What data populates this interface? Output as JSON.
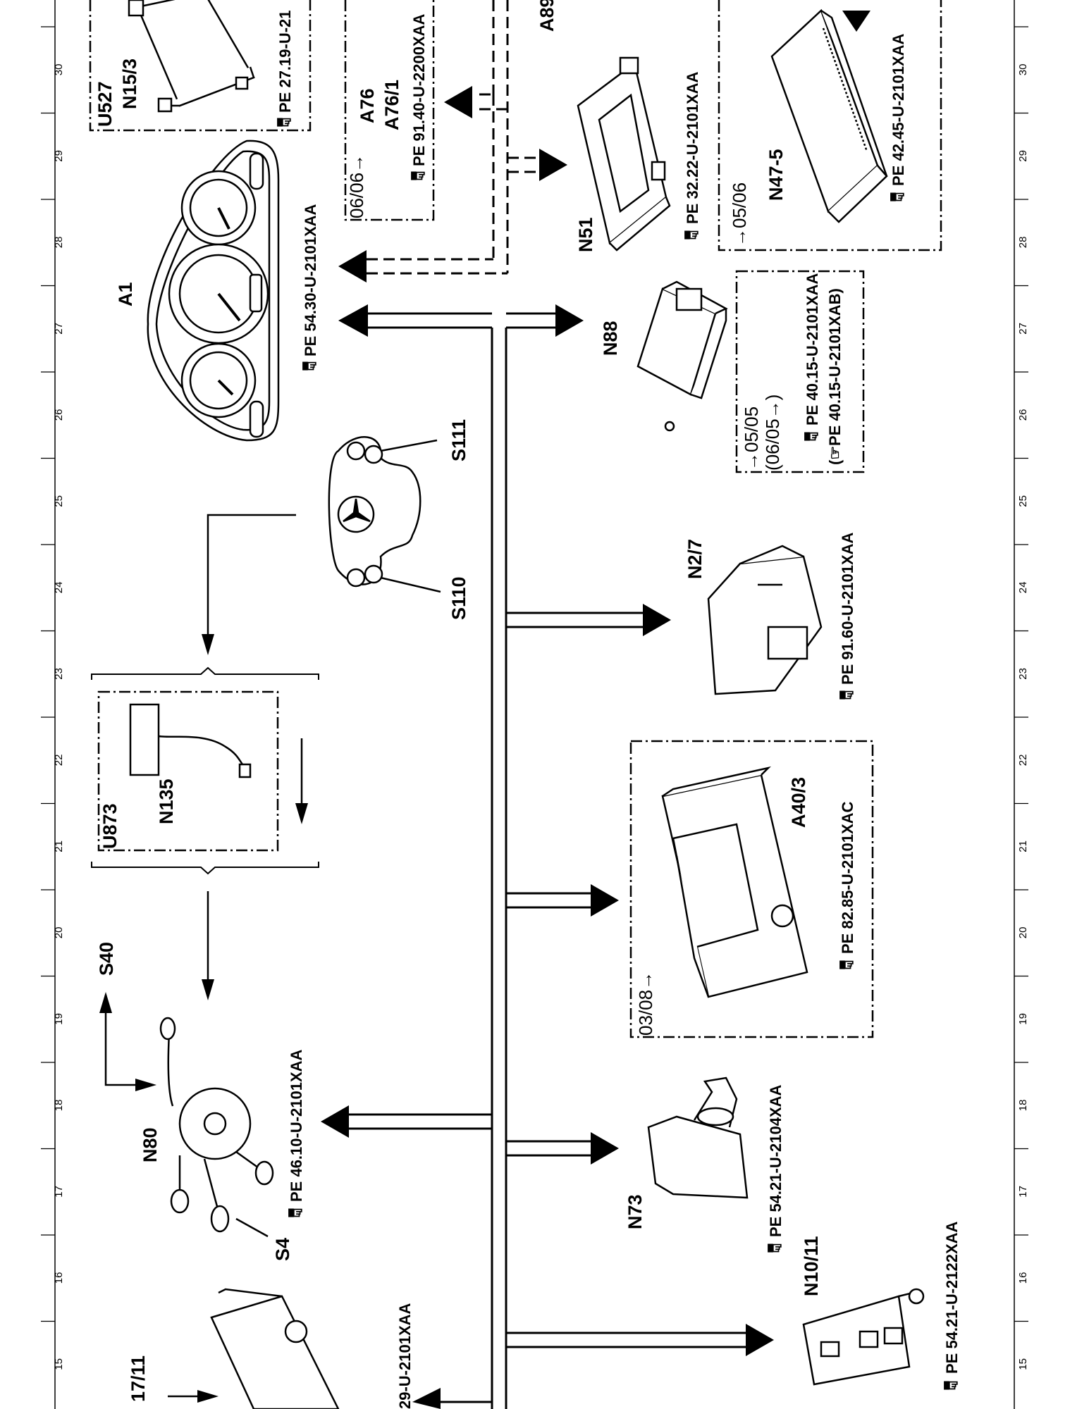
{
  "ruler": [
    "15",
    "16",
    "17",
    "18",
    "19",
    "20",
    "21",
    "22",
    "23",
    "24",
    "25",
    "26",
    "27",
    "28",
    "29",
    "30"
  ],
  "labels": {
    "U527": "U527",
    "N15_3": "N15/3",
    "A76": "A76",
    "A76_1": "A76/1",
    "A89": "A89",
    "A1": "A1",
    "N51": "N51",
    "N47_5": "N47-5",
    "N88": "N88",
    "S111": "S111",
    "S110": "S110",
    "N2_7": "N2/7",
    "U873": "U873",
    "N135": "N135",
    "A40_3": "A40/3",
    "S40": "S40",
    "N80": "N80",
    "S4": "S4",
    "N73": "N73",
    "N10_11": "N10/11",
    "N17_11": "17/11"
  },
  "dates": {
    "a76": "06/06→",
    "n47": "→05/06",
    "n88_a": "→05/05",
    "n88_b": "(06/05→)",
    "a40": "03/08→"
  },
  "refs": {
    "n15": "PE  27.19-U-21",
    "a76": "PE  91.40-U-2200XAA",
    "a1": "PE  54.30-U-2101XAA",
    "n51": "PE  32.22-U-2101XAA",
    "n47": "PE  42.45-U-2101XAA",
    "n88_a": "PE  40.15-U-2101XAA",
    "n88_b": "(☞PE  40.15-U-2101XAB)",
    "n2_7": "PE  91.60-U-2101XAA",
    "a40": "PE  82.85-U-2101XAC",
    "n80": "PE  46.10-U-2101XAA",
    "n73": "PE  54.21-U-2104XAA",
    "n10": "PE  54.21-U-2122XAA",
    "n17": "29-U-2101XAA"
  }
}
